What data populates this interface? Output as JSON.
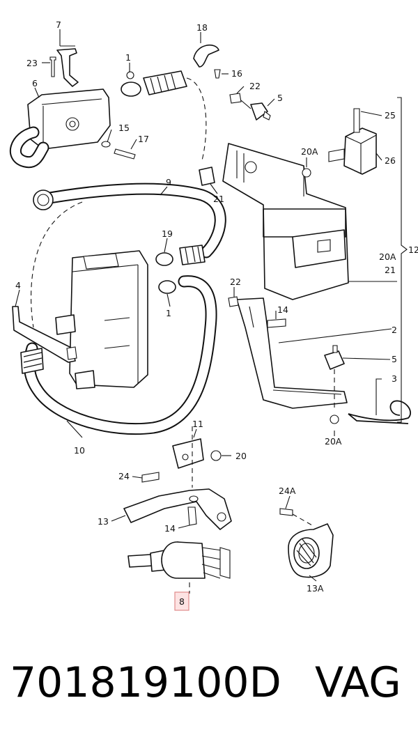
{
  "callouts": {
    "c1a": "1",
    "c1b": "1",
    "c2": "2",
    "c3": "3",
    "c4": "4",
    "c5a": "5",
    "c5b": "5",
    "c6": "6",
    "c7": "7",
    "c8": "8",
    "c9": "9",
    "c10": "10",
    "c11": "11",
    "c12": "12",
    "c13": "13",
    "c13a": "13A",
    "c14a": "14",
    "c14b": "14",
    "c15": "15",
    "c16": "16",
    "c17": "17",
    "c18": "18",
    "c19": "19",
    "c20": "20",
    "c20a_1": "20A",
    "c20a_2": "20A",
    "c20a_3": "20A",
    "c21a": "21",
    "c21b": "21",
    "c22a": "22",
    "c22b": "22",
    "c23": "23",
    "c24": "24",
    "c24a": "24A",
    "c25": "25",
    "c26": "26"
  },
  "highlighted_part": "8",
  "highlight_color": "#fde3e3",
  "footer": {
    "part_number": "701819100D",
    "brand": "VAG"
  }
}
